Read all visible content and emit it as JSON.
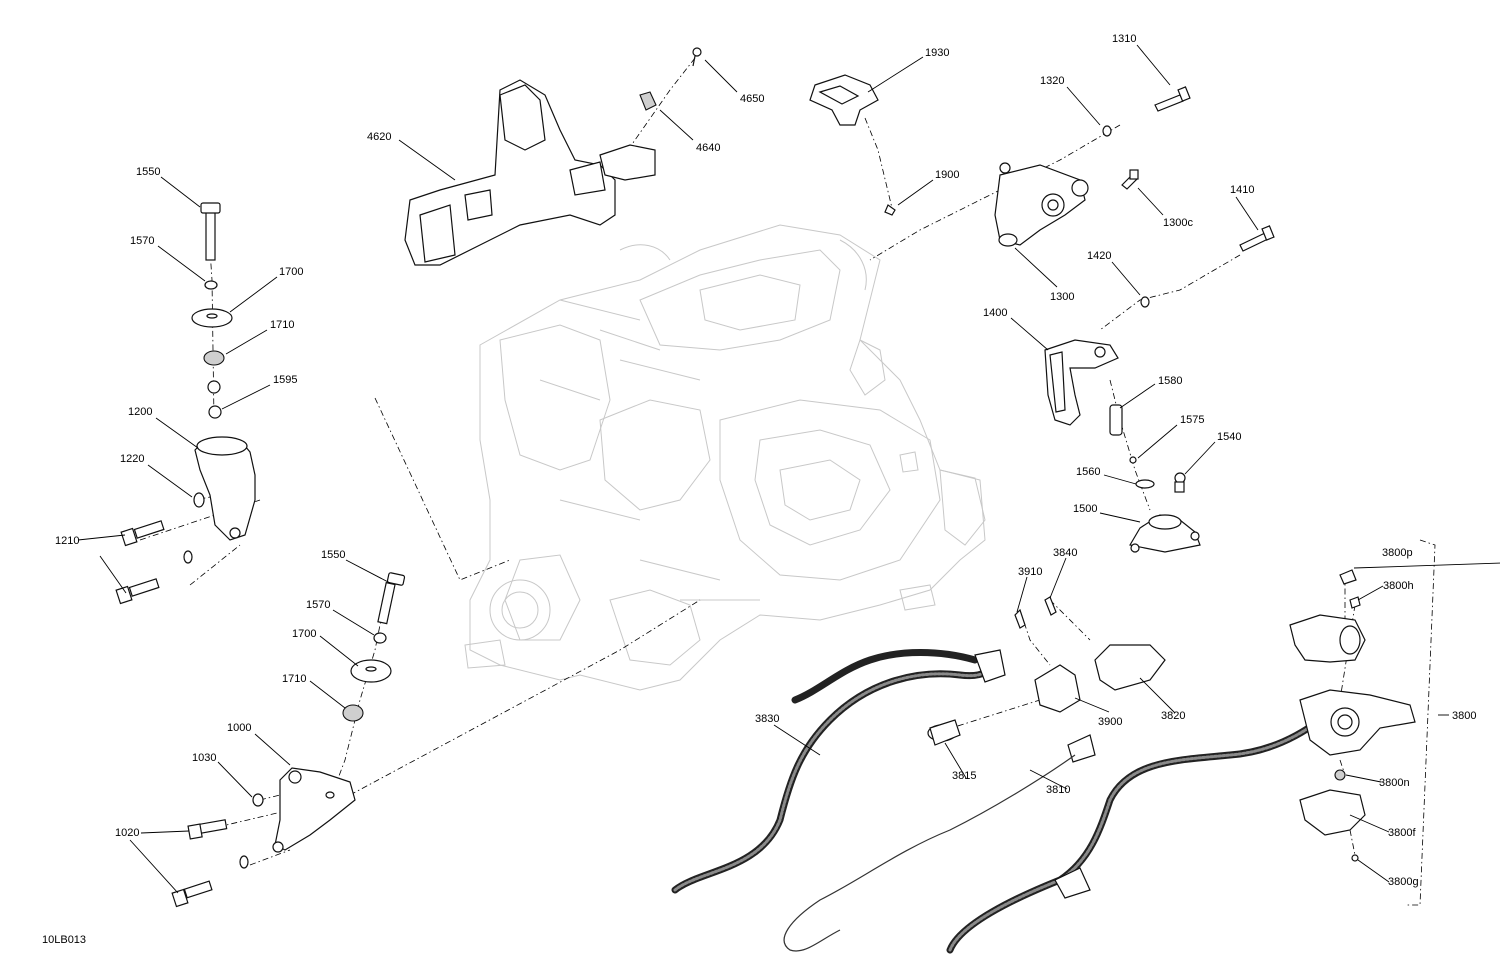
{
  "figure_id": "10LB013",
  "callouts": [
    "4650",
    "4640",
    "4620",
    "1930",
    "1900",
    "1310",
    "1320",
    "1300c",
    "1300",
    "1410",
    "1420",
    "1550",
    "1570",
    "1700",
    "1710",
    "1595",
    "1200",
    "1220",
    "1210",
    "1400",
    "1580",
    "1575",
    "1540",
    "1560",
    "1500",
    "1550",
    "1570",
    "1700",
    "1710",
    "1000",
    "1030",
    "1020",
    "3910",
    "3840",
    "3800p",
    "3800h",
    "3800",
    "3830",
    "3900",
    "3820",
    "3815",
    "3810",
    "3800n",
    "3800f",
    "3800g"
  ]
}
